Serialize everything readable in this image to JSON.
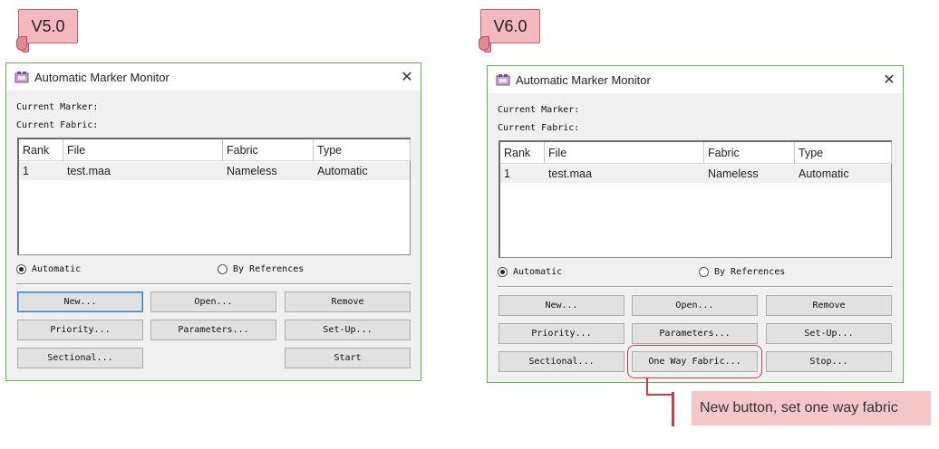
{
  "tags": {
    "left": "V5.0",
    "right": "V6.0"
  },
  "left_window": {
    "title": "Automatic Marker Monitor",
    "current_marker_label": "Current Marker:",
    "current_fabric_label": "Current Fabric:",
    "columns": [
      "Rank",
      "File",
      "Fabric",
      "Type"
    ],
    "rows": [
      {
        "rank": "1",
        "file": "test.maa",
        "fabric": "Nameless",
        "type": "Automatic"
      }
    ],
    "radio_automatic": "Automatic",
    "radio_by_references": "By References",
    "selected_mode": "Automatic",
    "buttons": {
      "new": "New...",
      "open": "Open...",
      "remove": "Remove",
      "priority": "Priority...",
      "parameters": "Parameters...",
      "setup": "Set-Up...",
      "sectional": "Sectional...",
      "start": "Start"
    }
  },
  "right_window": {
    "title": "Automatic Marker Monitor",
    "current_marker_label": "Current Marker:",
    "current_fabric_label": "Current Fabric:",
    "columns": [
      "Rank",
      "File",
      "Fabric",
      "Type"
    ],
    "rows": [
      {
        "rank": "1",
        "file": "test.maa",
        "fabric": "Nameless",
        "type": "Automatic"
      }
    ],
    "radio_automatic": "Automatic",
    "radio_by_references": "By References",
    "selected_mode": "Automatic",
    "buttons": {
      "new": "New...",
      "open": "Open...",
      "remove": "Remove",
      "priority": "Priority...",
      "parameters": "Parameters...",
      "setup": "Set-Up...",
      "sectional": "Sectional...",
      "one_way_fabric": "One Way Fabric...",
      "stop": "Stop..."
    }
  },
  "callout": "New button, set one way fabric",
  "colors": {
    "window_border": "#5fb34b",
    "tag_fill": "#f5b8be",
    "callout_fill": "#f4c7c9",
    "callout_line": "#c0404c"
  }
}
